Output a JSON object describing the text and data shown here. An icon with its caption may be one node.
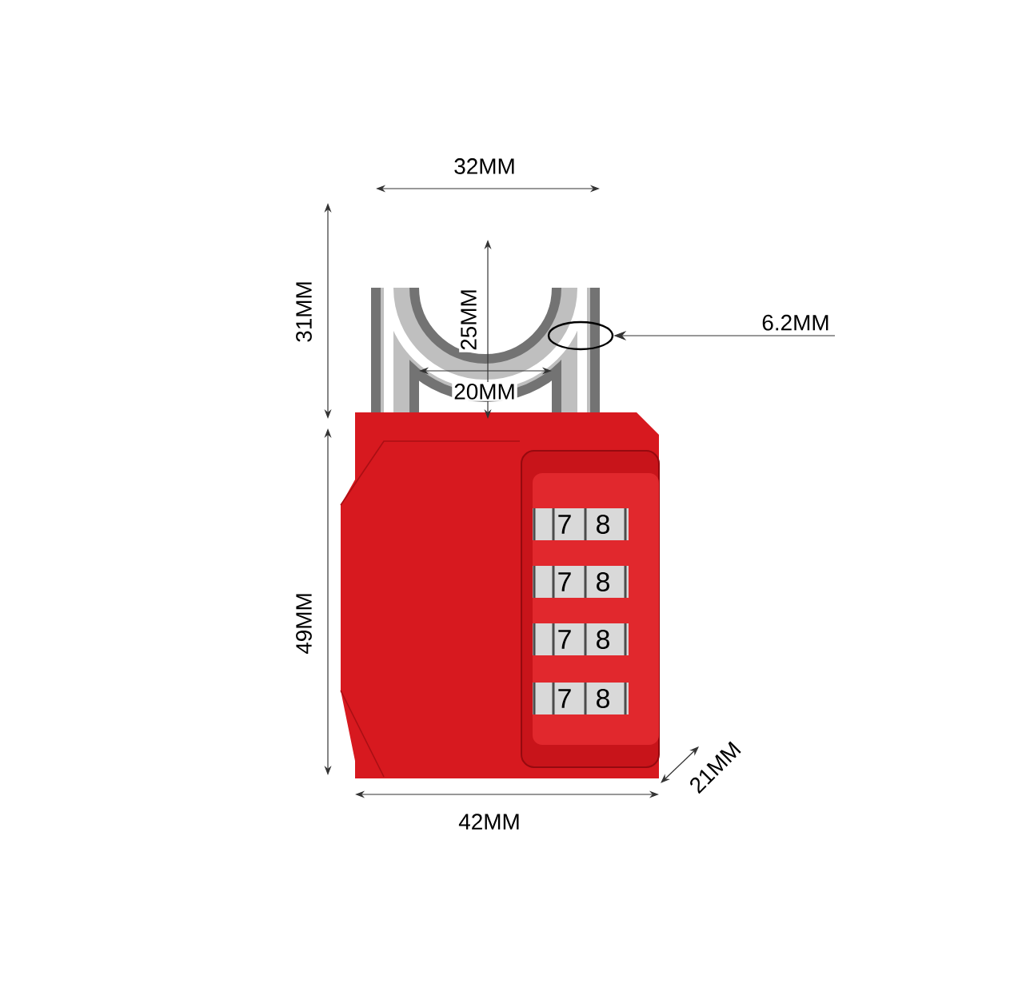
{
  "diagram": {
    "nodes": [
      {
        "text": [
          "6.2MM"
        ]
      },
      {
        "text": [],
        "shape": "circle"
      }
    ],
    "edges": [
      {
        "from": 0,
        "to": 1,
        "arrow": "to"
      }
    ],
    "labels": [
      "32MM",
      "31MM",
      "25MM",
      "20MM",
      "7",
      "8",
      "7",
      "8",
      "7",
      "8",
      "7",
      "8",
      "49MM",
      "21MM",
      "42MM"
    ]
  }
}
